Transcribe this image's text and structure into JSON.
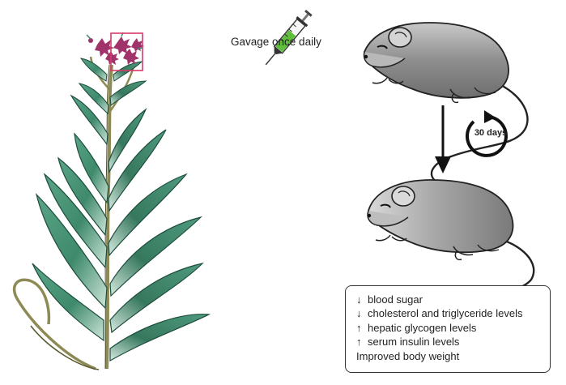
{
  "labels": {
    "gavage": "Gavage once daily",
    "duration": "30 days"
  },
  "effects": [
    {
      "arrow": "↓",
      "text": "blood sugar"
    },
    {
      "arrow": "↓",
      "text": "cholesterol and triglyceride levels"
    },
    {
      "arrow": "↑",
      "text": "hepatic glycogen levels"
    },
    {
      "arrow": "↑",
      "text": "serum insulin levels"
    },
    {
      "arrow": "",
      "text": "Improved body weight"
    }
  ],
  "colors": {
    "leaf": "#3f8a6c",
    "leaf_dark": "#1d4d3c",
    "stem": "#8d8a55",
    "flower": "#a0336a",
    "highlight_box": "#d83a6a",
    "mouse_body": "#9a9a9a",
    "syringe_liquid": "#5fbf3a"
  },
  "icons": [
    "plant-illustration",
    "syringe-icon",
    "mouse-icon",
    "cycle-arrow-icon",
    "down-arrow-icon"
  ]
}
